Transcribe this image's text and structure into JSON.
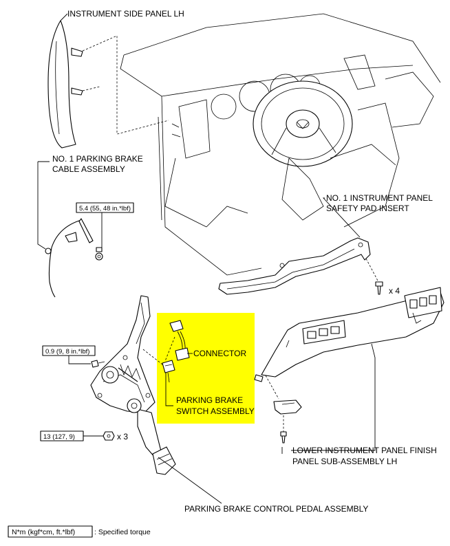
{
  "labels": {
    "side_panel": "INSTRUMENT SIDE PANEL LH",
    "cable_l1": "NO. 1 PARKING BRAKE",
    "cable_l2": "CABLE ASSEMBLY",
    "pad_l1": "NO. 1 INSTRUMENT PANEL",
    "pad_l2": "SAFETY PAD INSERT",
    "connector": "CONNECTOR",
    "switch_l1": "PARKING BRAKE",
    "switch_l2": "SWITCH ASSEMBLY",
    "finish_l1": "LOWER INSTRUMENT PANEL FINISH",
    "finish_l2": "PANEL SUB-ASSEMBLY LH",
    "pedal": "PARKING BRAKE CONTROL PEDAL ASSEMBLY"
  },
  "torques": {
    "cable_nut": "5.4 (55, 48 in.*lbf)",
    "bracket_bolt": "0.9 (9, 8 in.*lbf)",
    "pedal_nut": "13 (127, 9)"
  },
  "quantities": {
    "pad_screws": "x 4",
    "pedal_nuts": "x 3"
  },
  "legend": {
    "unit_box": "N*m (kgf*cm, ft.*lbf)",
    "text": ": Specified torque"
  },
  "colors": {
    "highlight": "#ffff00",
    "line": "#000000"
  }
}
